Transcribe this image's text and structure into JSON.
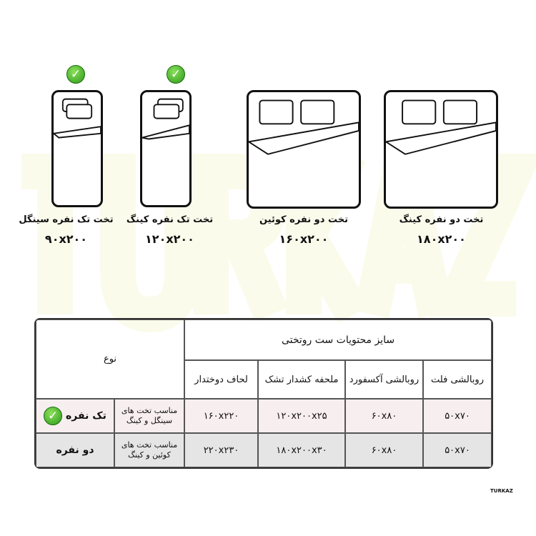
{
  "watermark": "TURKAZ",
  "beds": [
    {
      "name": "تخت تک نفره سینگل",
      "size": "۹۰x۲۰۰",
      "checked": true
    },
    {
      "name": "تخت تک نفره کینگ",
      "size": "۱۲۰x۲۰۰",
      "checked": true
    },
    {
      "name": "تخت دو نفره کوئین",
      "size": "۱۶۰x۲۰۰",
      "checked": false
    },
    {
      "name": "تخت دو نفره کینگ",
      "size": "۱۸۰x۲۰۰",
      "checked": false
    }
  ],
  "table": {
    "type_header": "نوع",
    "contents_header": "سایز محتویات ست روتختی",
    "columns": [
      "روبالشی فلت",
      "روبالشی آکسفورد",
      "ملحفه کشدار تشک",
      "لحاف دوختدار"
    ],
    "rows": [
      {
        "type": "تک نفره",
        "note": "مناسب تخت های سینگل و کینگ",
        "values": [
          "۵۰x۷۰",
          "۶۰x۸۰",
          "۱۲۰x۲۰۰x۲۵",
          "۱۶۰x۲۲۰"
        ],
        "checked": true
      },
      {
        "type": "دو نفره",
        "note": "مناسب تخت های کوئین و کینگ",
        "values": [
          "۵۰x۷۰",
          "۶۰x۸۰",
          "۱۸۰x۲۰۰x۳۰",
          "۲۲۰x۲۳۰"
        ],
        "checked": false
      }
    ]
  },
  "brand": "TURKAZ"
}
